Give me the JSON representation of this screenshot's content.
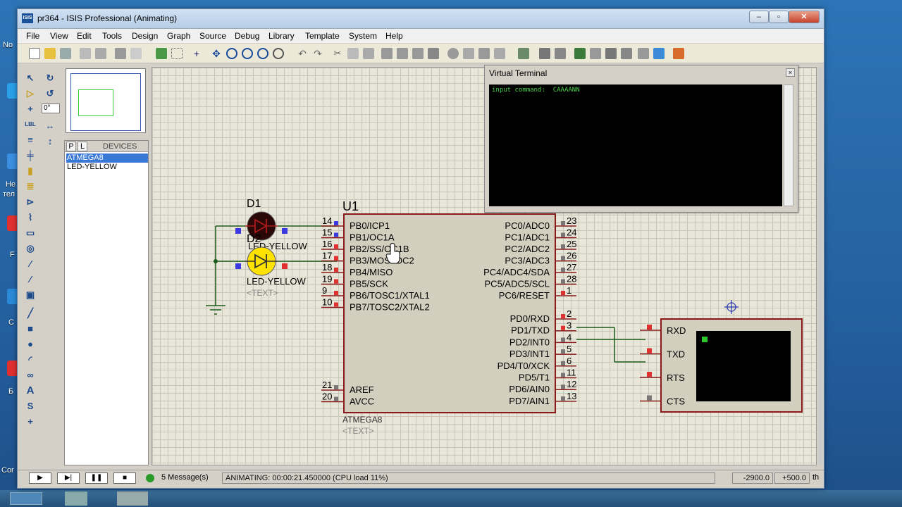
{
  "window": {
    "title": "pr364 - ISIS Professional (Animating)",
    "app_icon": "ISIS",
    "minimize": "‒",
    "maximize": "▫",
    "close": "✕"
  },
  "menu": [
    "File",
    "View",
    "Edit",
    "Tools",
    "Design",
    "Graph",
    "Source",
    "Debug",
    "Library",
    "Template",
    "System",
    "Help"
  ],
  "left_panel": {
    "angle_value": "0°",
    "tab_p": "P",
    "tab_l": "L",
    "devices_title": "DEVICES",
    "devices": [
      "ATMEGA8",
      "LED-YELLOW"
    ],
    "selected_device": "ATMEGA8"
  },
  "virtual_terminal": {
    "title": "Virtual Terminal",
    "close": "×",
    "line": "input command:  CAAAANN"
  },
  "schematic": {
    "d1_label": "D1",
    "d2_label": "D2",
    "led_value": "LED-YELLOW",
    "led_text": "<TEXT>",
    "u1_label": "U1",
    "u1_part": "ATMEGA8",
    "u1_text": "<TEXT>",
    "left_pins": [
      {
        "num": "14",
        "name": "PB0/ICP1"
      },
      {
        "num": "15",
        "name": "PB1/OC1A"
      },
      {
        "num": "16",
        "name": "PB2/SS/OC1B"
      },
      {
        "num": "17",
        "name": "PB3/MOSI/OC2"
      },
      {
        "num": "18",
        "name": "PB4/MISO"
      },
      {
        "num": "19",
        "name": "PB5/SCK"
      },
      {
        "num": "9",
        "name": "PB6/TOSC1/XTAL1"
      },
      {
        "num": "10",
        "name": "PB7/TOSC2/XTAL2"
      }
    ],
    "left_pins_bottom": [
      {
        "num": "21",
        "name": "AREF"
      },
      {
        "num": "20",
        "name": "AVCC"
      }
    ],
    "right_pins_top": [
      {
        "num": "23",
        "name": "PC0/ADC0"
      },
      {
        "num": "24",
        "name": "PC1/ADC1"
      },
      {
        "num": "25",
        "name": "PC2/ADC2"
      },
      {
        "num": "26",
        "name": "PC3/ADC3"
      },
      {
        "num": "27",
        "name": "PC4/ADC4/SDA"
      },
      {
        "num": "28",
        "name": "PC5/ADC5/SCL"
      },
      {
        "num": "1",
        "name": "PC6/RESET"
      }
    ],
    "right_pins_bottom": [
      {
        "num": "2",
        "name": "PD0/RXD"
      },
      {
        "num": "3",
        "name": "PD1/TXD"
      },
      {
        "num": "4",
        "name": "PD2/INT0"
      },
      {
        "num": "5",
        "name": "PD3/INT1"
      },
      {
        "num": "6",
        "name": "PD4/T0/XCK"
      },
      {
        "num": "11",
        "name": "PD5/T1"
      },
      {
        "num": "12",
        "name": "PD6/AIN0"
      },
      {
        "num": "13",
        "name": "PD7/AIN1"
      }
    ],
    "terminal_pins": [
      "RXD",
      "TXD",
      "RTS",
      "CTS"
    ]
  },
  "status": {
    "messages": "5 Message(s)",
    "animating": "ANIMATING: 00:00:21.450000 (CPU load 11%)",
    "coord_x": "-2900.0",
    "coord_y": "+500.0",
    "units": "th"
  },
  "desktop": {
    "labels": [
      "No",
      "He",
      "тел",
      "F",
      "C",
      "Б",
      "Cor"
    ]
  },
  "colors": {
    "pin_red": "#e03030",
    "pin_blue": "#3a3ae0",
    "wire": "#1a5a1a",
    "chip_border": "#8a1a1a",
    "chip_fill": "#d2cfbf",
    "led_on": "#ffe300",
    "led_off": "#2a0808"
  }
}
